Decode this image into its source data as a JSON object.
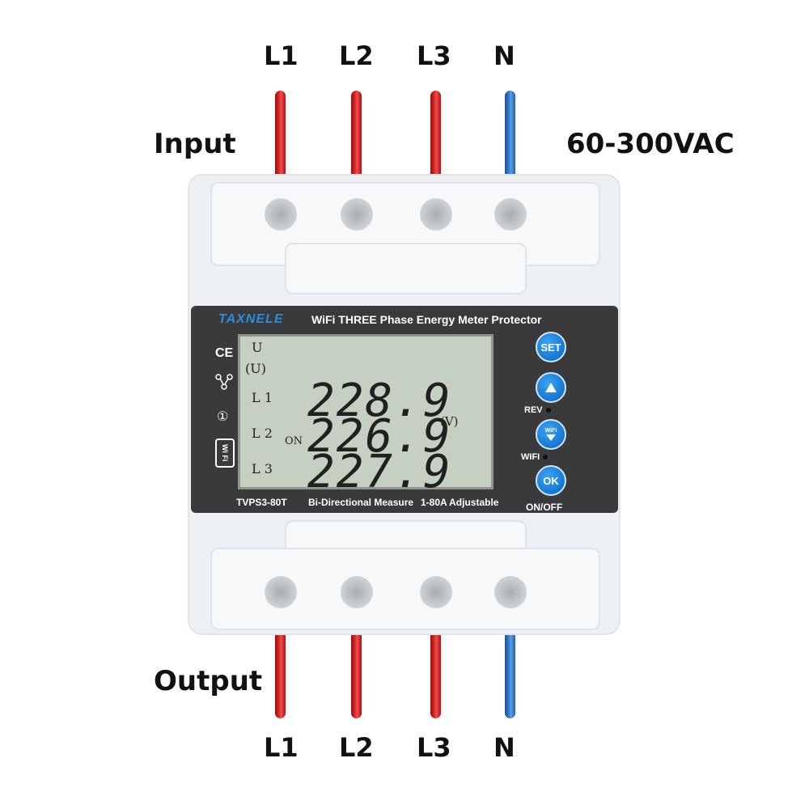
{
  "labels": {
    "top_terminals": [
      "L1",
      "L2",
      "L3",
      "N"
    ],
    "bottom_terminals": [
      "L1",
      "L2",
      "L3",
      "N"
    ],
    "input": "Input",
    "output": "Output",
    "voltage_range": "60-300VAC"
  },
  "device": {
    "brand": "TAXNELE",
    "title": "WiFi THREE Phase Energy Meter Protector",
    "model": "TVPS3-80T",
    "feature1": "Bi-Directional Measure",
    "feature2": "1-80A Adjustable",
    "side_icons": {
      "ce": "CE",
      "info": "①",
      "wifi": "Wi Fi"
    }
  },
  "lcd": {
    "u_label": "U",
    "u_paren": "(U)",
    "rows": [
      {
        "phase": "L 1",
        "value": "228.9"
      },
      {
        "phase": "L 2",
        "value": "226.9"
      },
      {
        "phase": "L 3",
        "value": "227.9"
      }
    ],
    "on_indicator": "ON",
    "unit": "(V)"
  },
  "buttons": {
    "set": "SET",
    "up_label": "REV",
    "wifi_btn": "WiFi",
    "wifi_label": "WIFI",
    "ok": "OK",
    "onoff": "ON/OFF"
  },
  "colors": {
    "live_wire": "#e03030",
    "neutral_wire": "#3a86d6",
    "panel": "#3a3a3c",
    "lcd": "#c5cfc2",
    "button": "#1477d4"
  }
}
